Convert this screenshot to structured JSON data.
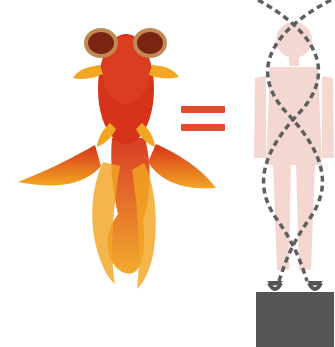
{
  "diagram": {
    "background_color": "#ffffff",
    "goldfish": {
      "name": "goldfish",
      "primary_color": "#d6331a",
      "secondary_color": "#f2a623",
      "eye_color": "#7a2414"
    },
    "equals_sign": {
      "name": "equals-sign",
      "color": "#e34b2c"
    },
    "human_figure": {
      "name": "human-silhouette",
      "body_color": "#f4d7d1",
      "helix_color": "#5f5f5f",
      "base_color": "#555555"
    }
  }
}
